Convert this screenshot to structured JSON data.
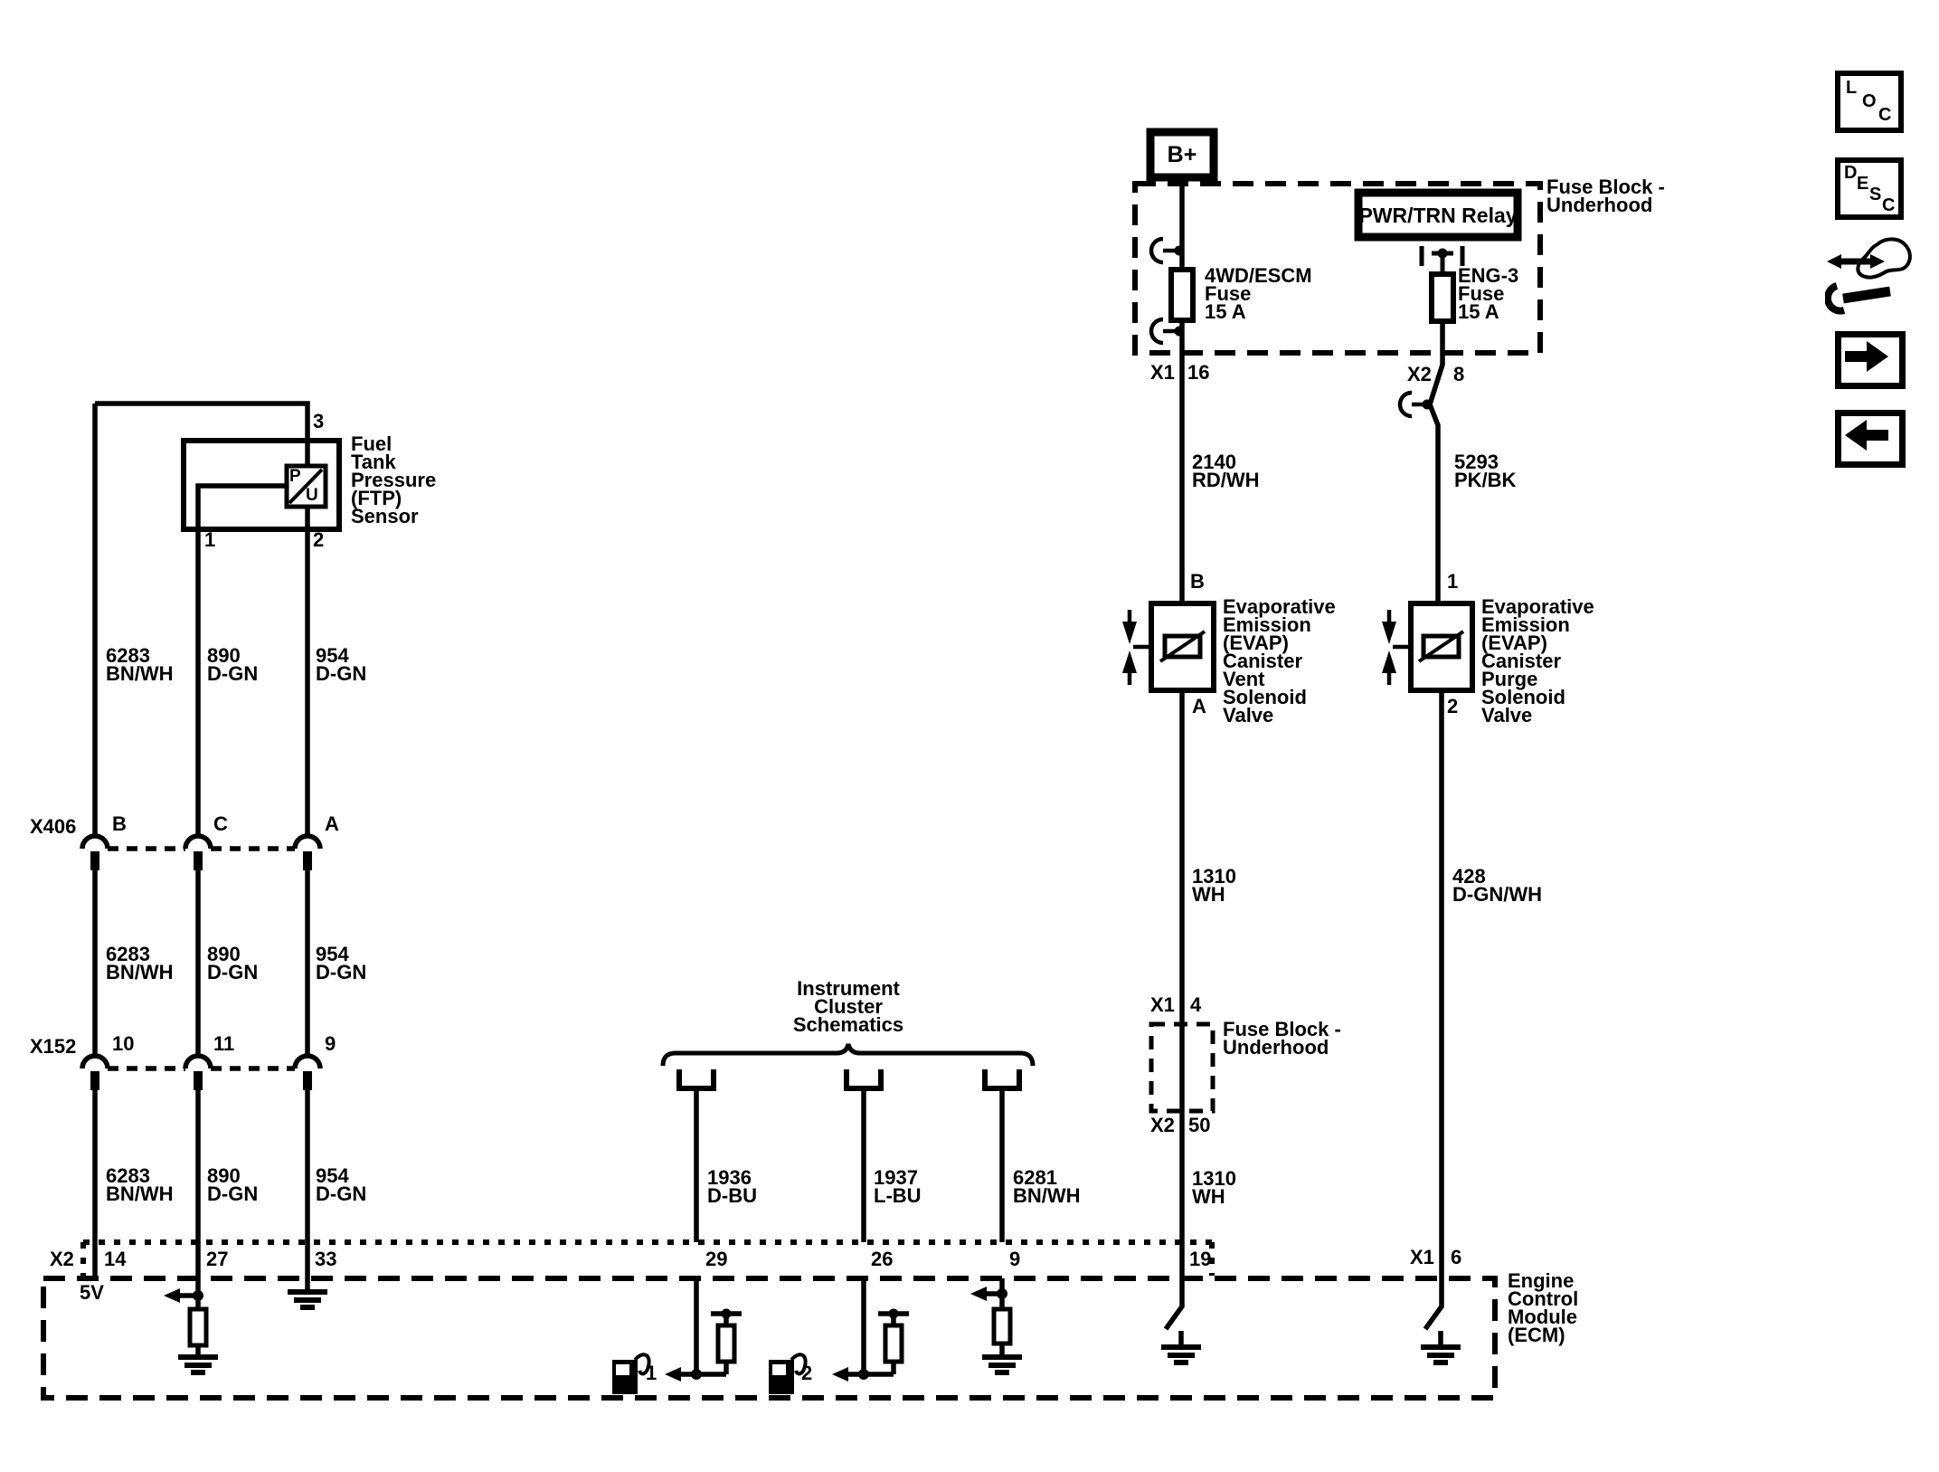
{
  "nav": {
    "loc_letters": [
      "L",
      "O",
      "C"
    ],
    "desc_letters": [
      "D",
      "E",
      "S",
      "C"
    ]
  },
  "power": {
    "battery": "B+",
    "fuse_block_label": "Fuse Block -\nUnderhood",
    "relay_label": "PWR/TRN Relay",
    "fuse_4wd": "4WD/ESCM\nFuse\n15 A",
    "fuse_eng3": "ENG-3\nFuse\n15 A",
    "x1": "X1",
    "pin16": "16",
    "x2": "X2",
    "pin8": "8"
  },
  "sensor": {
    "label": "Fuel\nTank\nPressure\n(FTP)\nSensor",
    "p": "P",
    "u": "U",
    "pin3": "3",
    "pin1": "1",
    "pin2": "2"
  },
  "x406": {
    "label": "X406",
    "pin_b": "B",
    "pin_c": "C",
    "pin_a": "A"
  },
  "x152": {
    "label": "X152",
    "pin_10": "10",
    "pin_11": "11",
    "pin_9": "9"
  },
  "wires": {
    "w6283": "6283\nBN/WH",
    "w890": "890\nD-GN",
    "w954": "954\nD-GN",
    "w2140": "2140\nRD/WH",
    "w5293": "5293\nPK/BK",
    "w1310": "1310\nWH",
    "w428": "428\nD-GN/WH",
    "w1936": "1936\nD-BU",
    "w1937": "1937\nL-BU",
    "w6281": "6281\nBN/WH"
  },
  "vent_valve": {
    "pin_top": "B",
    "pin_bottom": "A",
    "label": "Evaporative\nEmission\n(EVAP)\nCanister\nVent\nSolenoid\nValve"
  },
  "purge_valve": {
    "pin_top": "1",
    "pin_bottom": "2",
    "label": "Evaporative\nEmission\n(EVAP)\nCanister\nPurge\nSolenoid\nValve"
  },
  "cluster": {
    "label": "Instrument\nCluster\nSchematics"
  },
  "fuse_block_mid": {
    "x1": "X1",
    "pin4": "4",
    "label": "Fuse Block -\nUnderhood",
    "x2": "X2",
    "pin50": "50"
  },
  "ecm": {
    "label": "Engine\nControl\nModule\n(ECM)",
    "x2": "X2",
    "supply": "5V",
    "pin14": "14",
    "pin27": "27",
    "pin33": "33",
    "pin29": "29",
    "pin26": "26",
    "pin9": "9",
    "pin19": "19",
    "x1": "X1",
    "pin6": "6",
    "gauge1": "1",
    "gauge2": "2"
  }
}
